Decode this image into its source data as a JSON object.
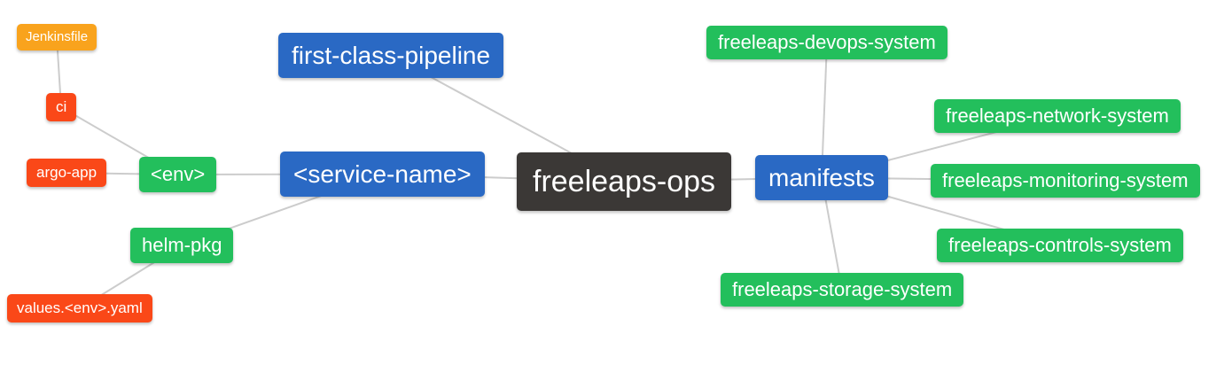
{
  "diagram": {
    "type": "mindmap",
    "palette": {
      "blue": "#2a69c4",
      "green": "#23bf5c",
      "red": "#fa4818",
      "orange": "#f9a31d",
      "dark": "#3b3836",
      "edge": "#cccccc",
      "text": "#ffffff"
    },
    "nodes": {
      "root": {
        "label": "freeleaps-ops",
        "color": "dark"
      },
      "first_class_pipeline": {
        "label": "first-class-pipeline",
        "color": "blue"
      },
      "service_name": {
        "label": "<service-name>",
        "color": "blue"
      },
      "manifests": {
        "label": "manifests",
        "color": "blue"
      },
      "env": {
        "label": "<env>",
        "color": "green"
      },
      "helm_pkg": {
        "label": "helm-pkg",
        "color": "green"
      },
      "ci": {
        "label": "ci",
        "color": "red"
      },
      "argo_app": {
        "label": "argo-app",
        "color": "red"
      },
      "jenkinsfile": {
        "label": "Jenkinsfile",
        "color": "orange"
      },
      "values_env_yaml": {
        "label": "values.<env>.yaml",
        "color": "red"
      },
      "devops_system": {
        "label": "freeleaps-devops-system",
        "color": "green"
      },
      "network_system": {
        "label": "freeleaps-network-system",
        "color": "green"
      },
      "monitoring_system": {
        "label": "freeleaps-monitoring-system",
        "color": "green"
      },
      "controls_system": {
        "label": "freeleaps-controls-system",
        "color": "green"
      },
      "storage_system": {
        "label": "freeleaps-storage-system",
        "color": "green"
      }
    },
    "edges": [
      [
        "jenkinsfile",
        "ci"
      ],
      [
        "ci",
        "env"
      ],
      [
        "argo_app",
        "env"
      ],
      [
        "env",
        "service_name"
      ],
      [
        "helm_pkg",
        "service_name"
      ],
      [
        "values_env_yaml",
        "helm_pkg"
      ],
      [
        "service_name",
        "root"
      ],
      [
        "first_class_pipeline",
        "root"
      ],
      [
        "manifests",
        "root"
      ],
      [
        "devops_system",
        "manifests"
      ],
      [
        "network_system",
        "manifests"
      ],
      [
        "monitoring_system",
        "manifests"
      ],
      [
        "controls_system",
        "manifests"
      ],
      [
        "storage_system",
        "manifests"
      ]
    ]
  }
}
